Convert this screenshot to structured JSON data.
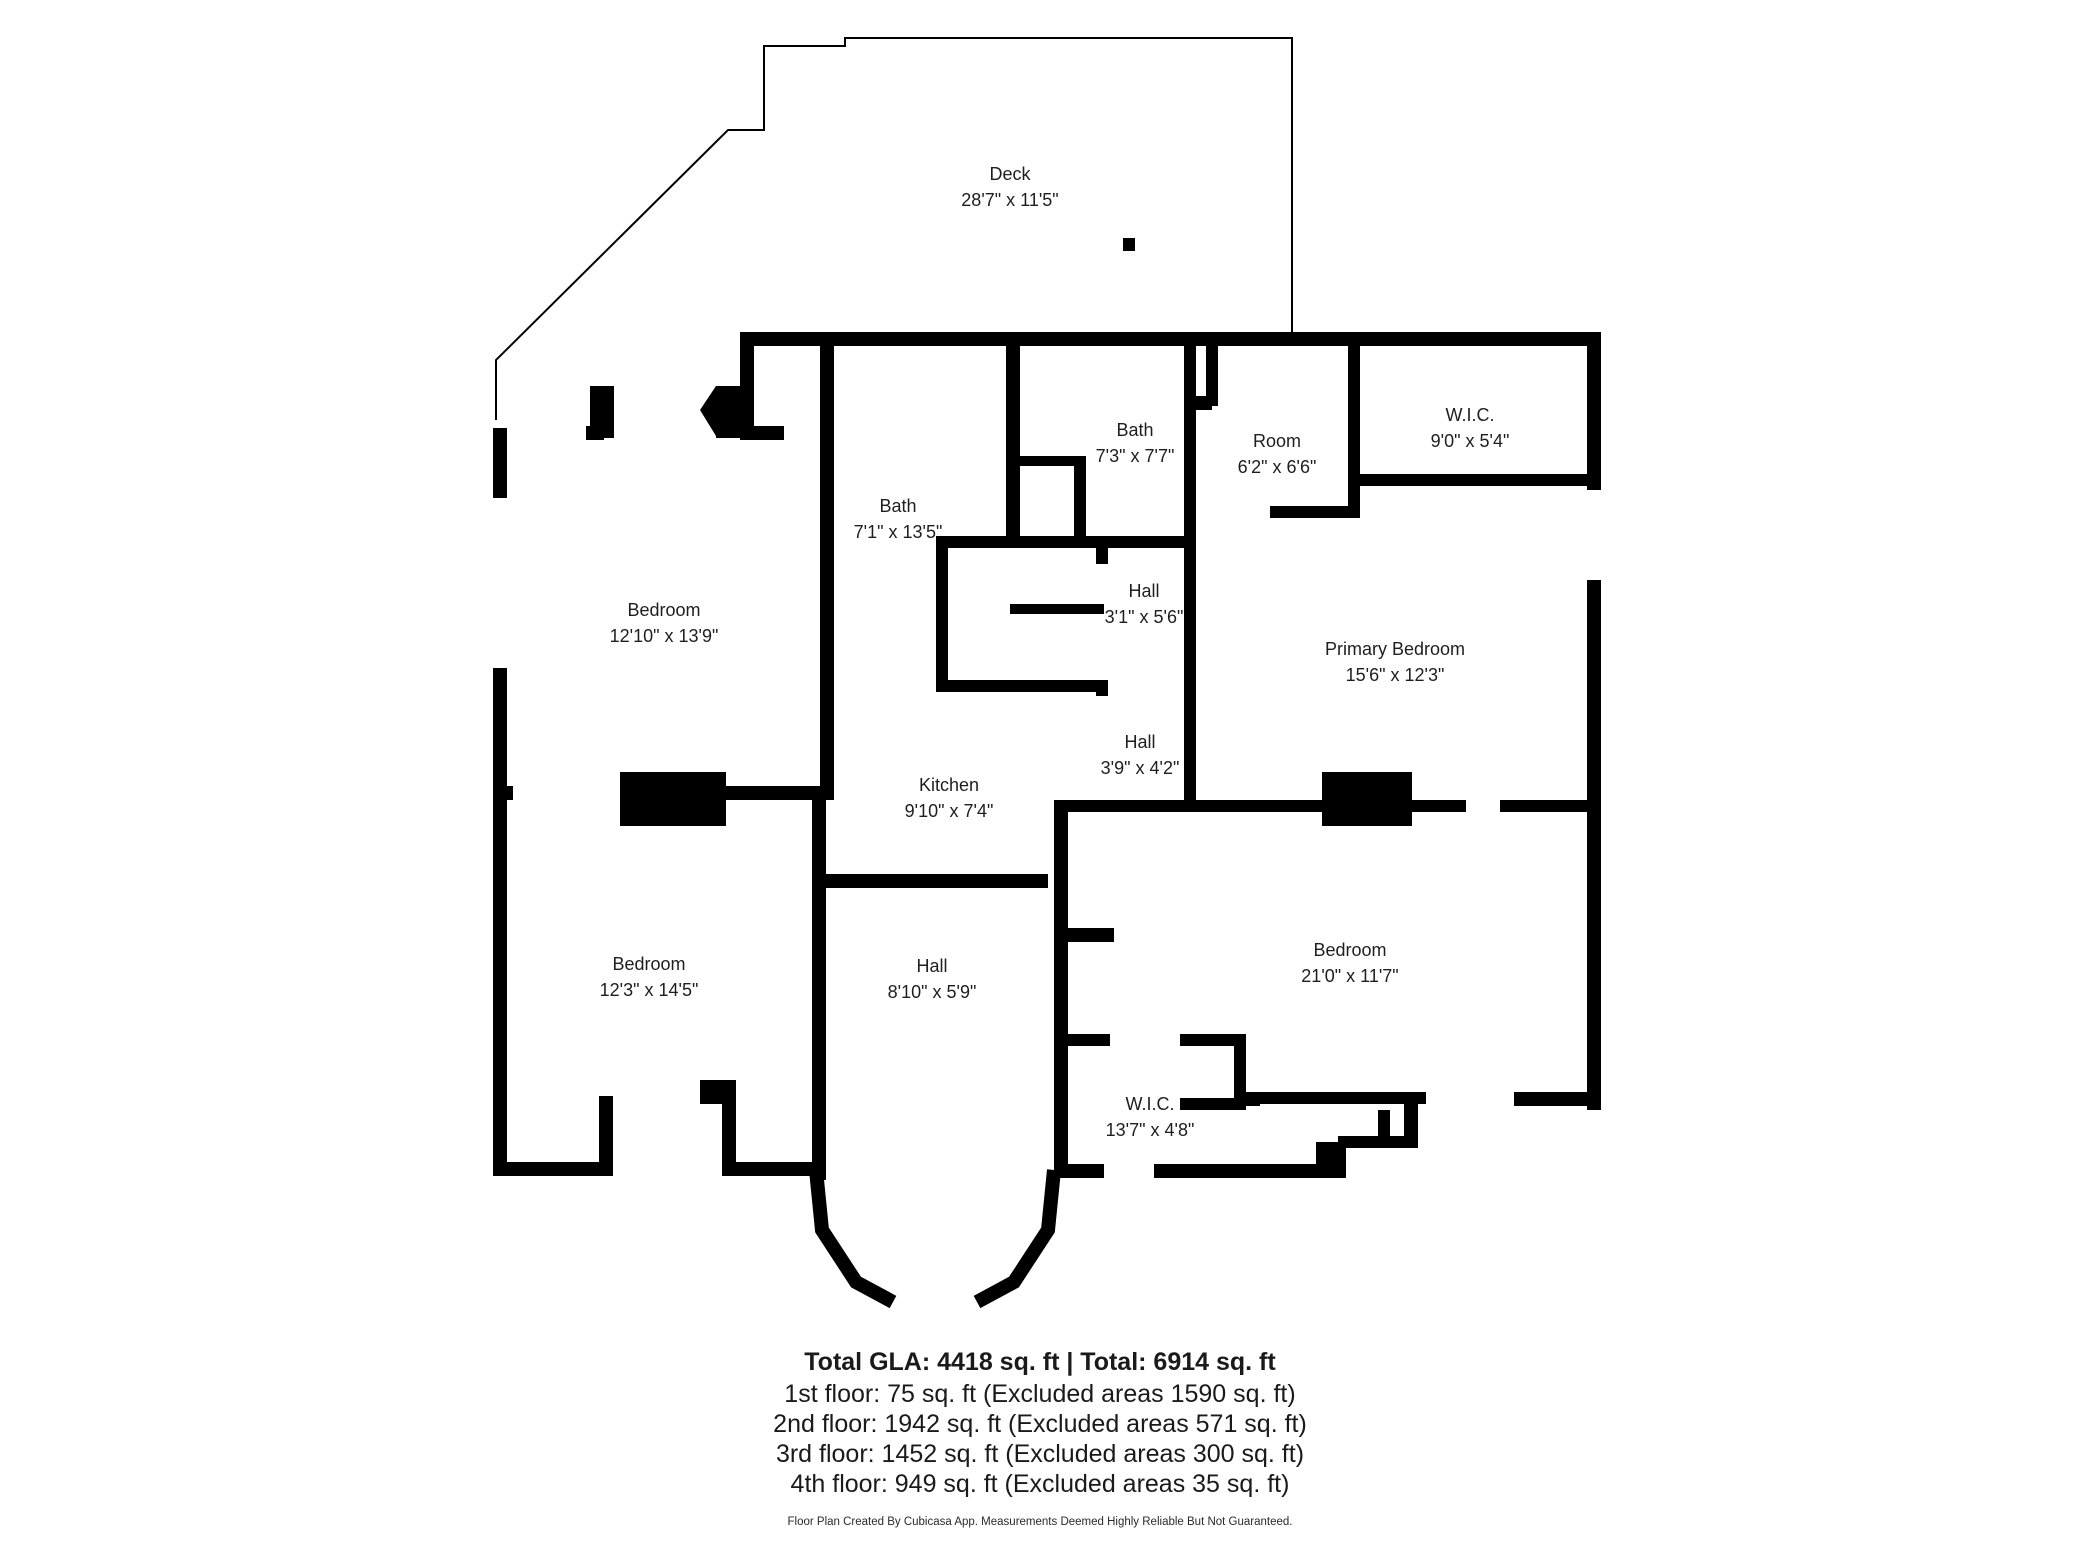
{
  "rooms": [
    {
      "key": "deck",
      "name": "Deck",
      "size": "28'7\" x 11'5\""
    },
    {
      "key": "bath-left",
      "name": "Bath",
      "size": "7'1\" x 13'5\""
    },
    {
      "key": "bath-right",
      "name": "Bath",
      "size": "7'3\" x 7'7\""
    },
    {
      "key": "room",
      "name": "Room",
      "size": "6'2\" x 6'6\""
    },
    {
      "key": "wic-top",
      "name": "W.I.C.",
      "size": "9'0\" x 5'4\""
    },
    {
      "key": "bedroom-nw",
      "name": "Bedroom",
      "size": "12'10\" x 13'9\""
    },
    {
      "key": "hall-stair",
      "name": "Hall",
      "size": "3'1\" x 5'6\""
    },
    {
      "key": "primary-bedroom",
      "name": "Primary Bedroom",
      "size": "15'6\" x 12'3\""
    },
    {
      "key": "hall-small",
      "name": "Hall",
      "size": "3'9\" x 4'2\""
    },
    {
      "key": "kitchen",
      "name": "Kitchen",
      "size": "9'10\" x 7'4\""
    },
    {
      "key": "bedroom-sw",
      "name": "Bedroom",
      "size": "12'3\" x 14'5\""
    },
    {
      "key": "hall-main",
      "name": "Hall",
      "size": "8'10\" x 5'9\""
    },
    {
      "key": "bedroom-se",
      "name": "Bedroom",
      "size": "21'0\" x 11'7\""
    },
    {
      "key": "wic-bottom",
      "name": "W.I.C.",
      "size": "13'7\" x 4'8\""
    }
  ],
  "summary": {
    "total_gla": "Total GLA: 4418 sq. ft",
    "separator": " | ",
    "total": "Total: 6914 sq. ft",
    "floors": [
      "1st floor: 75 sq. ft (Excluded areas 1590 sq. ft)",
      "2nd floor: 1942 sq. ft (Excluded areas 571 sq. ft)",
      "3rd floor: 1452 sq. ft (Excluded areas 300 sq. ft)",
      "4th floor: 949 sq. ft (Excluded areas 35 sq. ft)"
    ],
    "credit": "Floor Plan Created By Cubicasa App. Measurements Deemed Highly Reliable But Not Guaranteed."
  },
  "colors": {
    "wall": "#000000",
    "background": "#ffffff",
    "text": "#1e1e1e"
  }
}
